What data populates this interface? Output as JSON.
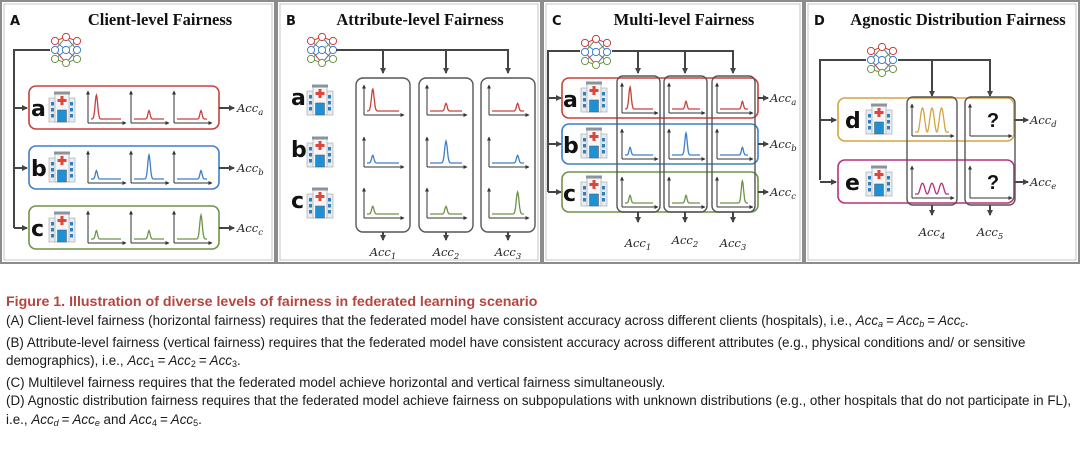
{
  "colors": {
    "client_a": "#c8403b",
    "client_b": "#3d7fc9",
    "client_c": "#6e9447",
    "client_d": "#d5a33f",
    "client_e": "#b8307c",
    "caption_title": "#b5453f",
    "panel_border": "#7a7a7a"
  },
  "panels": [
    {
      "letter": "A",
      "title": "Client-level Fairness",
      "rows": [
        {
          "label": "a",
          "output": "Acc",
          "sub": "a"
        },
        {
          "label": "b",
          "output": "Acc",
          "sub": "b"
        },
        {
          "label": "c",
          "output": "Acc",
          "sub": "c"
        }
      ]
    },
    {
      "letter": "B",
      "title": "Attribute-level Fairness",
      "rows": [
        {
          "label": "a"
        },
        {
          "label": "b"
        },
        {
          "label": "c"
        }
      ],
      "columns": [
        {
          "output": "Acc",
          "sub": "1"
        },
        {
          "output": "Acc",
          "sub": "2"
        },
        {
          "output": "Acc",
          "sub": "3"
        }
      ]
    },
    {
      "letter": "C",
      "title": "Multi-level Fairness",
      "rows": [
        {
          "label": "a",
          "output": "Acc",
          "sub": "a"
        },
        {
          "label": "b",
          "output": "Acc",
          "sub": "b"
        },
        {
          "label": "c",
          "output": "Acc",
          "sub": "c"
        }
      ],
      "columns": [
        {
          "output": "Acc",
          "sub": "1"
        },
        {
          "output": "Acc",
          "sub": "2"
        },
        {
          "output": "Acc",
          "sub": "3"
        }
      ]
    },
    {
      "letter": "D",
      "title": "Agnostic Distribution Fairness",
      "rows": [
        {
          "label": "d",
          "output": "Acc",
          "sub": "d",
          "unknown": "?"
        },
        {
          "label": "e",
          "output": "Acc",
          "sub": "e",
          "unknown": "?"
        }
      ],
      "columns": [
        {
          "output": "Acc",
          "sub": "4"
        },
        {
          "output": "Acc",
          "sub": "5"
        }
      ]
    }
  ],
  "distributions": {
    "a": [
      "peak-left-tall",
      "peak-center-small",
      "peak-right-small"
    ],
    "b": [
      "peak-left-small",
      "peak-center-tall",
      "peak-right-small"
    ],
    "c": [
      "peak-left-small",
      "peak-center-small",
      "peak-right-tall"
    ],
    "d": [
      "multi-peak-tall",
      "unknown"
    ],
    "e": [
      "multi-peak-small",
      "unknown"
    ]
  },
  "caption": {
    "title": "Figure 1.  Illustration of diverse levels of fairness in federated learning scenario",
    "A_text": "(A) Client-level fairness (horizontal fairness) requires that the federated model have consistent accuracy across different clients (hospitals), i.e., ",
    "B_text": "(B) Attribute-level fairness (vertical fairness) requires that the federated model have consistent accuracy across different attributes (e.g., physical conditions and/ or sensitive demographics), i.e., ",
    "C_text": "(C) Multilevel fairness requires that the federated model achieve horizontal and vertical fairness simultaneously.",
    "D_text": "(D) Agnostic distribution fairness requires that the federated model achieve fairness on subpopulations with unknown distributions (e.g., other hospitals that do not participate in FL), i.e., ",
    "and": " and ",
    "eq": "=",
    "period": ".",
    "acc": "Acc",
    "subs": {
      "a": "a",
      "b": "b",
      "c": "c",
      "d": "d",
      "e": "e",
      "1": "1",
      "2": "2",
      "3": "3",
      "4": "4",
      "5": "5"
    }
  }
}
